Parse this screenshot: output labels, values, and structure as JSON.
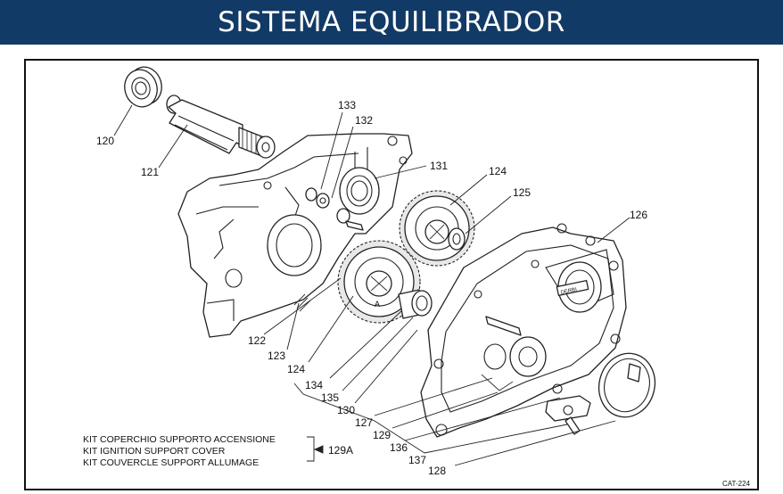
{
  "header": {
    "title": "SISTEMA EQUILIBRADOR"
  },
  "parts": [
    {
      "id": "p120",
      "number": "120"
    },
    {
      "id": "p121",
      "number": "121"
    },
    {
      "id": "p133",
      "number": "133"
    },
    {
      "id": "p132",
      "number": "132"
    },
    {
      "id": "p131",
      "number": "131"
    },
    {
      "id": "p124a",
      "number": "124"
    },
    {
      "id": "p125",
      "number": "125"
    },
    {
      "id": "p126",
      "number": "126"
    },
    {
      "id": "p122",
      "number": "122"
    },
    {
      "id": "p123",
      "number": "123"
    },
    {
      "id": "p124b",
      "number": "124"
    },
    {
      "id": "p134",
      "number": "134"
    },
    {
      "id": "p135",
      "number": "135"
    },
    {
      "id": "p130",
      "number": "130"
    },
    {
      "id": "p127",
      "number": "127"
    },
    {
      "id": "p129",
      "number": "129"
    },
    {
      "id": "p136",
      "number": "136"
    },
    {
      "id": "p137",
      "number": "137"
    },
    {
      "id": "p128",
      "number": "128"
    }
  ],
  "gear_marks": {
    "gear_a": "A"
  },
  "kit": {
    "lines": [
      "KIT COPERCHIO SUPPORTO ACCENSIONE",
      "KIT IGNITION SUPPORT COVER",
      "KIT COUVERCLE SUPPORT ALLUMAGE"
    ],
    "reference": "129A"
  },
  "catalog_code": "CAT-224",
  "cover_brand": "DERBI"
}
